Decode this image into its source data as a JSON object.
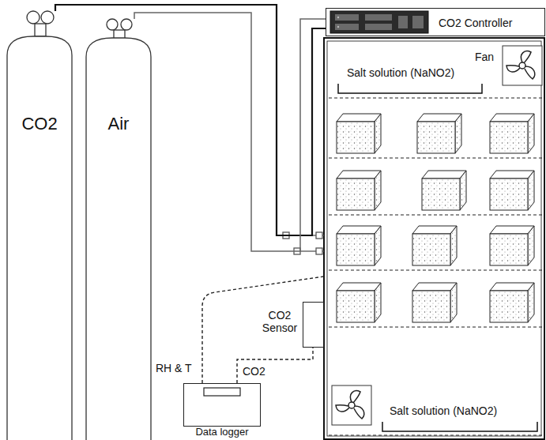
{
  "diagram": {
    "nodes": [
      {
        "text": [
          "CO2"
        ]
      },
      {
        "text": [
          "Air"
        ]
      },
      {
        "text": [
          "CO2 Controller"
        ]
      },
      {
        "text": [
          "CO2 Sensor"
        ]
      },
      {
        "text": [
          "Data logger"
        ]
      }
    ],
    "edges": [
      {
        "from": 0,
        "to": 2,
        "arrow": "none"
      },
      {
        "from": 1,
        "to": 2,
        "arrow": "none"
      },
      {
        "from": 4,
        "to": 3,
        "label": "CO2",
        "arrow": "none"
      }
    ],
    "labels": [
      "Fan",
      "Salt solution (NaNO2)",
      "Salt solution (NaNO2)",
      "RH & T"
    ]
  }
}
